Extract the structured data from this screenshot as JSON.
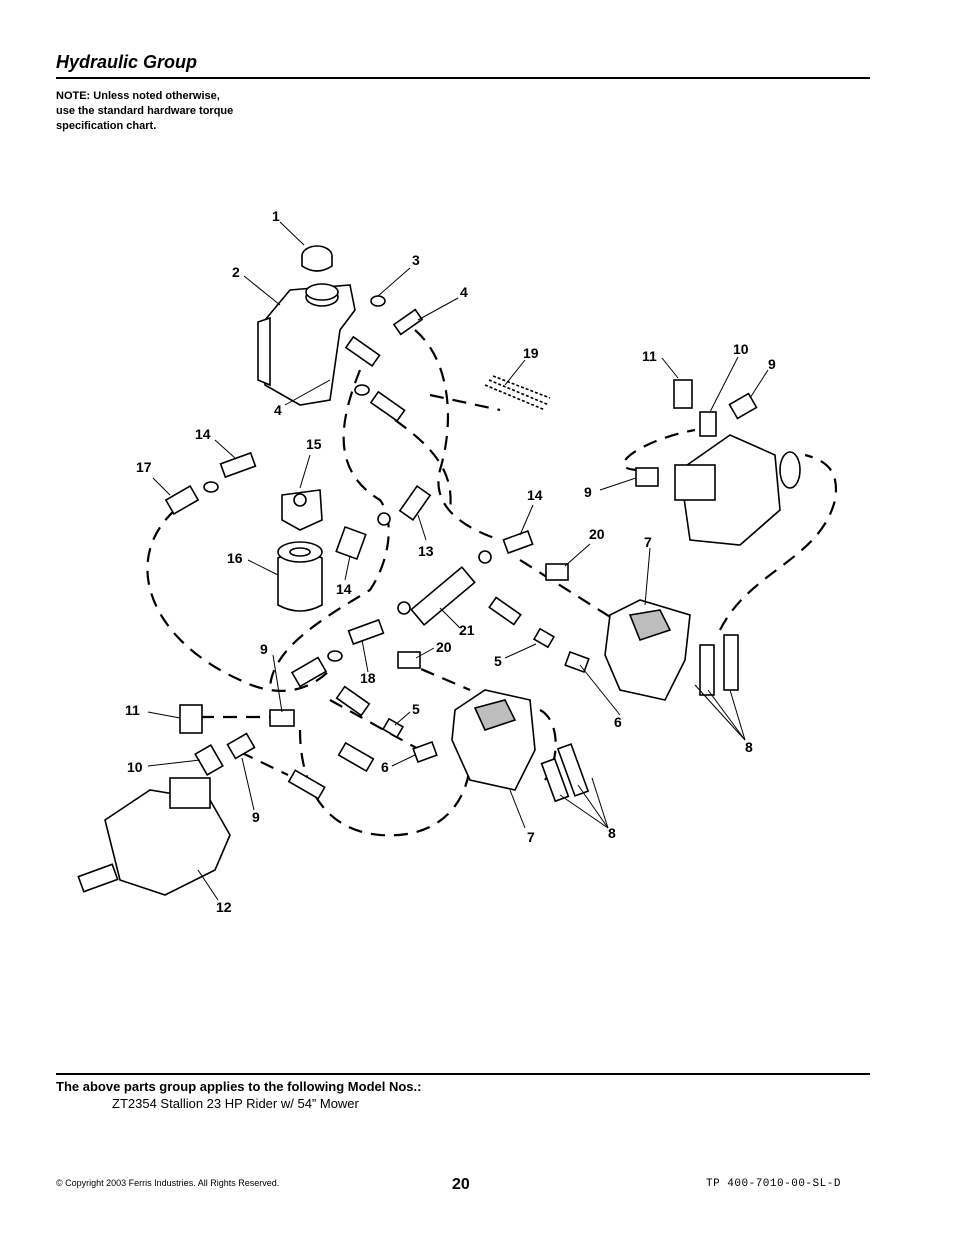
{
  "header": {
    "title": "Hydraulic Group",
    "note_lines": [
      "NOTE: Unless noted otherwise,",
      "use the standard hardware torque",
      "specification chart."
    ]
  },
  "diagram": {
    "callouts": [
      "1",
      "2",
      "3",
      "4",
      "4",
      "19",
      "11",
      "10",
      "9",
      "14",
      "15",
      "17",
      "14",
      "9",
      "20",
      "7",
      "16",
      "14",
      "13",
      "21",
      "9",
      "20",
      "5",
      "18",
      "11",
      "5",
      "6",
      "10",
      "6",
      "8",
      "9",
      "7",
      "8",
      "12"
    ]
  },
  "footer": {
    "applies_text": "The above parts group applies to the following Model Nos.:",
    "model_line": "ZT2354  Stallion 23 HP Rider w/ 54” Mower",
    "copyright": "© Copyright 2003 Ferris Industries. All Rights Reserved.",
    "page_number": "20",
    "doc_id": "TP 400-7010-00-SL-D"
  },
  "colors": {
    "ink": "#000000",
    "paper": "#ffffff",
    "shade": "#bdbdbd"
  }
}
